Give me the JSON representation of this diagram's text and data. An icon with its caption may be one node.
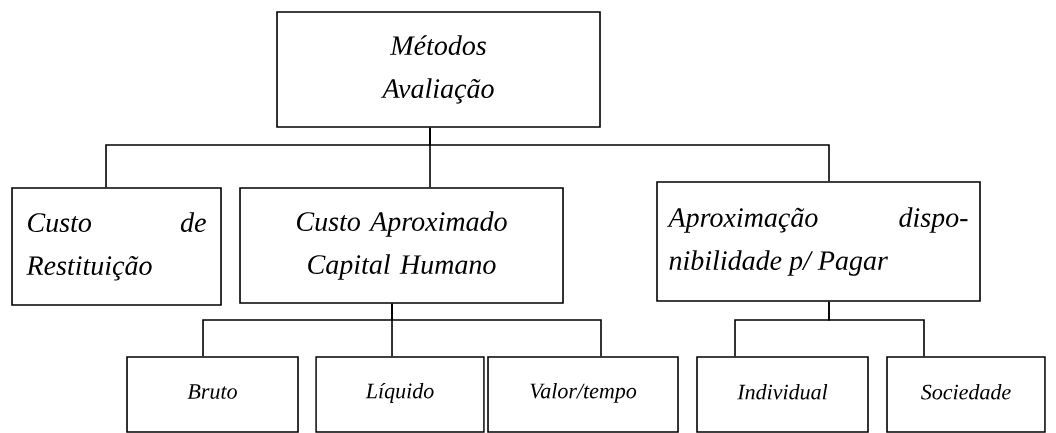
{
  "diagram": {
    "nodes": [
      {
        "text": [
          "Métodos Avaliação"
        ]
      },
      {
        "text": [
          "Custo de Restituição"
        ]
      },
      {
        "text": [
          "Custo Aproximado Capital Humano"
        ]
      },
      {
        "text": [
          "Aproximação dispo- nibilidade p/ Pagar"
        ]
      },
      {
        "text": [
          "Bruto"
        ]
      },
      {
        "text": [
          "Líquido"
        ]
      },
      {
        "text": [
          "Valor/tempo"
        ]
      },
      {
        "text": [
          "Individual"
        ]
      },
      {
        "text": [
          "Sociedade"
        ]
      }
    ],
    "edges": [
      {
        "from": 0,
        "to": 1,
        "arrow": "none"
      },
      {
        "from": 0,
        "to": 2,
        "arrow": "none"
      },
      {
        "from": 0,
        "to": 3,
        "arrow": "none"
      },
      {
        "from": 2,
        "to": 4,
        "arrow": "none"
      },
      {
        "from": 2,
        "to": 5,
        "arrow": "none"
      },
      {
        "from": 2,
        "to": 6,
        "arrow": "none"
      },
      {
        "from": 3,
        "to": 7,
        "arrow": "none"
      },
      {
        "from": 3,
        "to": 8,
        "arrow": "none"
      }
    ]
  }
}
